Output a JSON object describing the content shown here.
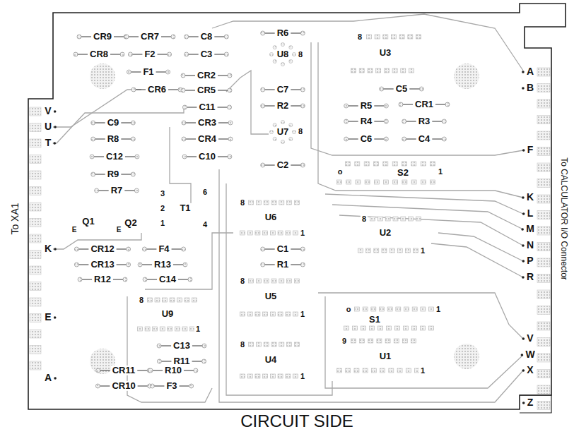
{
  "diagram": {
    "caption": "CIRCUIT SIDE",
    "labels": [
      "CR9",
      "CR7",
      "C8",
      "R6",
      "CR8",
      "F2",
      "C3",
      "F1",
      "CR2",
      "CR6",
      "CR5",
      "C11",
      "C9",
      "CR3",
      "R8",
      "CR4",
      "C12",
      "C10",
      "R9",
      "R7",
      "U8",
      "8",
      "C7",
      "R2",
      "U7",
      "8",
      "C2",
      "8",
      "U3",
      "C5",
      "R5",
      "CR1",
      "R4",
      "R3",
      "C6",
      "C4",
      "o",
      "S2",
      "1",
      "3",
      "6",
      "2",
      "T1",
      "1",
      "4",
      "E",
      "Q1",
      "E",
      "Q2",
      "8",
      "U6",
      "1",
      "8",
      "U2",
      "1",
      "CR12",
      "F4",
      "C1",
      "CR13",
      "R13",
      "R1",
      "R12",
      "C14",
      "8",
      "U5",
      "1",
      "8",
      "U9",
      "1",
      "o",
      "S1",
      "1",
      "C13",
      "8",
      "U4",
      "1",
      "9",
      "U1",
      "1",
      "R11",
      "CR11",
      "R10",
      "CR10",
      "F3",
      "V",
      "U",
      "T",
      "K",
      "E",
      "A",
      "A",
      "B",
      "F",
      "K",
      "L",
      "M",
      "N",
      "P",
      "R",
      "V",
      "W",
      "X",
      "Z",
      "To XA1",
      "To CALCULATOR I/O Connector"
    ]
  }
}
